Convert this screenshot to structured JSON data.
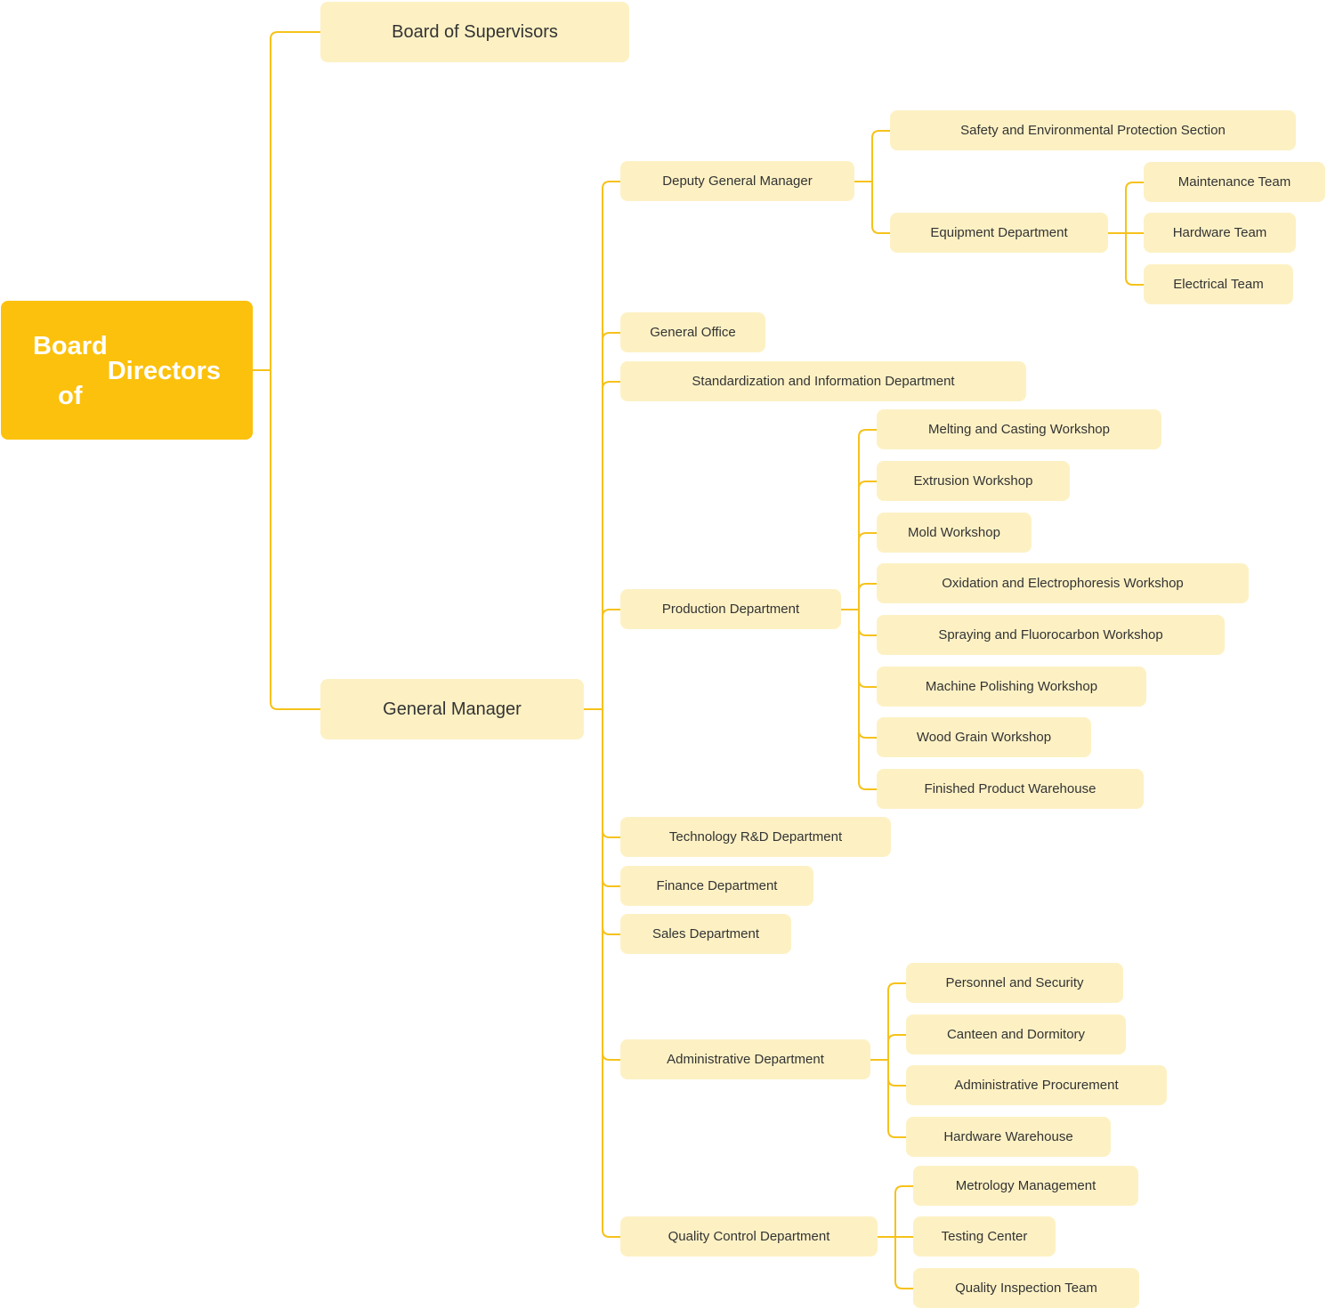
{
  "diagram": {
    "line_color": "#f6c21a",
    "node_fill": "#fdf1c4",
    "root_fill": "#fcc10c",
    "root": "Board of Directors",
    "board_of_supervisors": "Board of Supervisors",
    "general_manager": "General Manager",
    "deputy_gm": "Deputy General Manager",
    "safety_env": "Safety and Environmental Protection Section",
    "equipment": "Equipment Department",
    "maintenance_team": "Maintenance Team",
    "hardware_team": "Hardware Team",
    "electrical_team": "Electrical Team",
    "general_office": "General Office",
    "standardization": "Standardization and Information Department",
    "production": "Production Department",
    "melting": "Melting and Casting Workshop",
    "extrusion": "Extrusion Workshop",
    "mold": "Mold Workshop",
    "oxidation": "Oxidation and Electrophoresis Workshop",
    "spraying": "Spraying and Fluorocarbon Workshop",
    "polishing": "Machine Polishing Workshop",
    "wood_grain": "Wood Grain Workshop",
    "finished_warehouse": "Finished Product Warehouse",
    "tech_rd": "Technology R&D Department",
    "finance": "Finance Department",
    "sales": "Sales Department",
    "administrative": "Administrative Department",
    "personnel": "Personnel and Security",
    "canteen": "Canteen and Dormitory",
    "admin_procurement": "Administrative Procurement",
    "hardware_warehouse": "Hardware Warehouse",
    "quality_control": "Quality Control Department",
    "metrology": "Metrology Management",
    "testing": "Testing Center",
    "quality_inspection": "Quality Inspection Team"
  }
}
